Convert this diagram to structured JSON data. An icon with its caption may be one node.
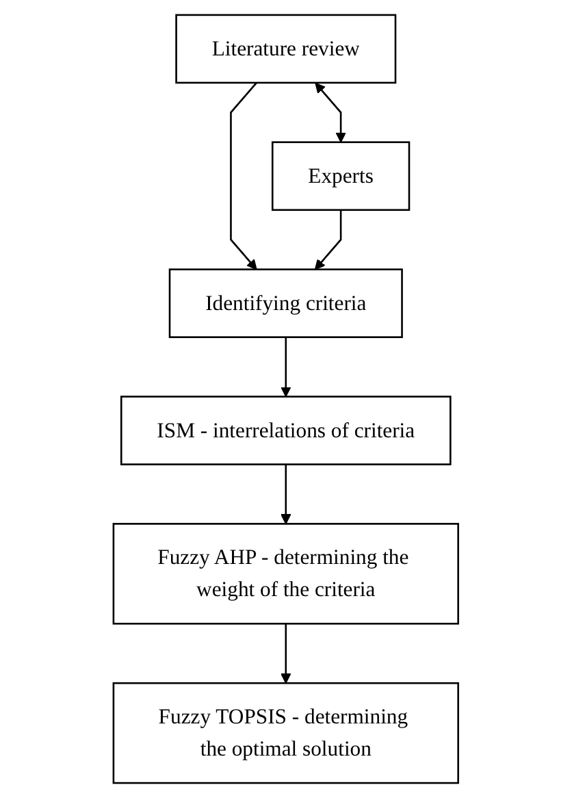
{
  "diagram": {
    "nodes": [
      {
        "text": [
          "Literature review"
        ]
      },
      {
        "text": [
          "Experts"
        ]
      },
      {
        "text": [
          "Identifying criteria"
        ]
      },
      {
        "text": [
          "ISM - interrelations of criteria"
        ]
      },
      {
        "text": [
          "Fuzzy AHP - determining the weight of the criteria"
        ]
      },
      {
        "text": [
          "Fuzzy TOPSIS - determining the optimal solution"
        ]
      }
    ],
    "edges": [
      {
        "from": 0,
        "to": 1,
        "arrow": "both"
      },
      {
        "from": 0,
        "to": 2,
        "arrow": "to"
      },
      {
        "from": 1,
        "to": 2,
        "arrow": "to"
      },
      {
        "from": 2,
        "to": 3,
        "arrow": "to"
      },
      {
        "from": 3,
        "to": 4,
        "arrow": "to"
      },
      {
        "from": 4,
        "to": 5,
        "arrow": "to"
      }
    ]
  }
}
